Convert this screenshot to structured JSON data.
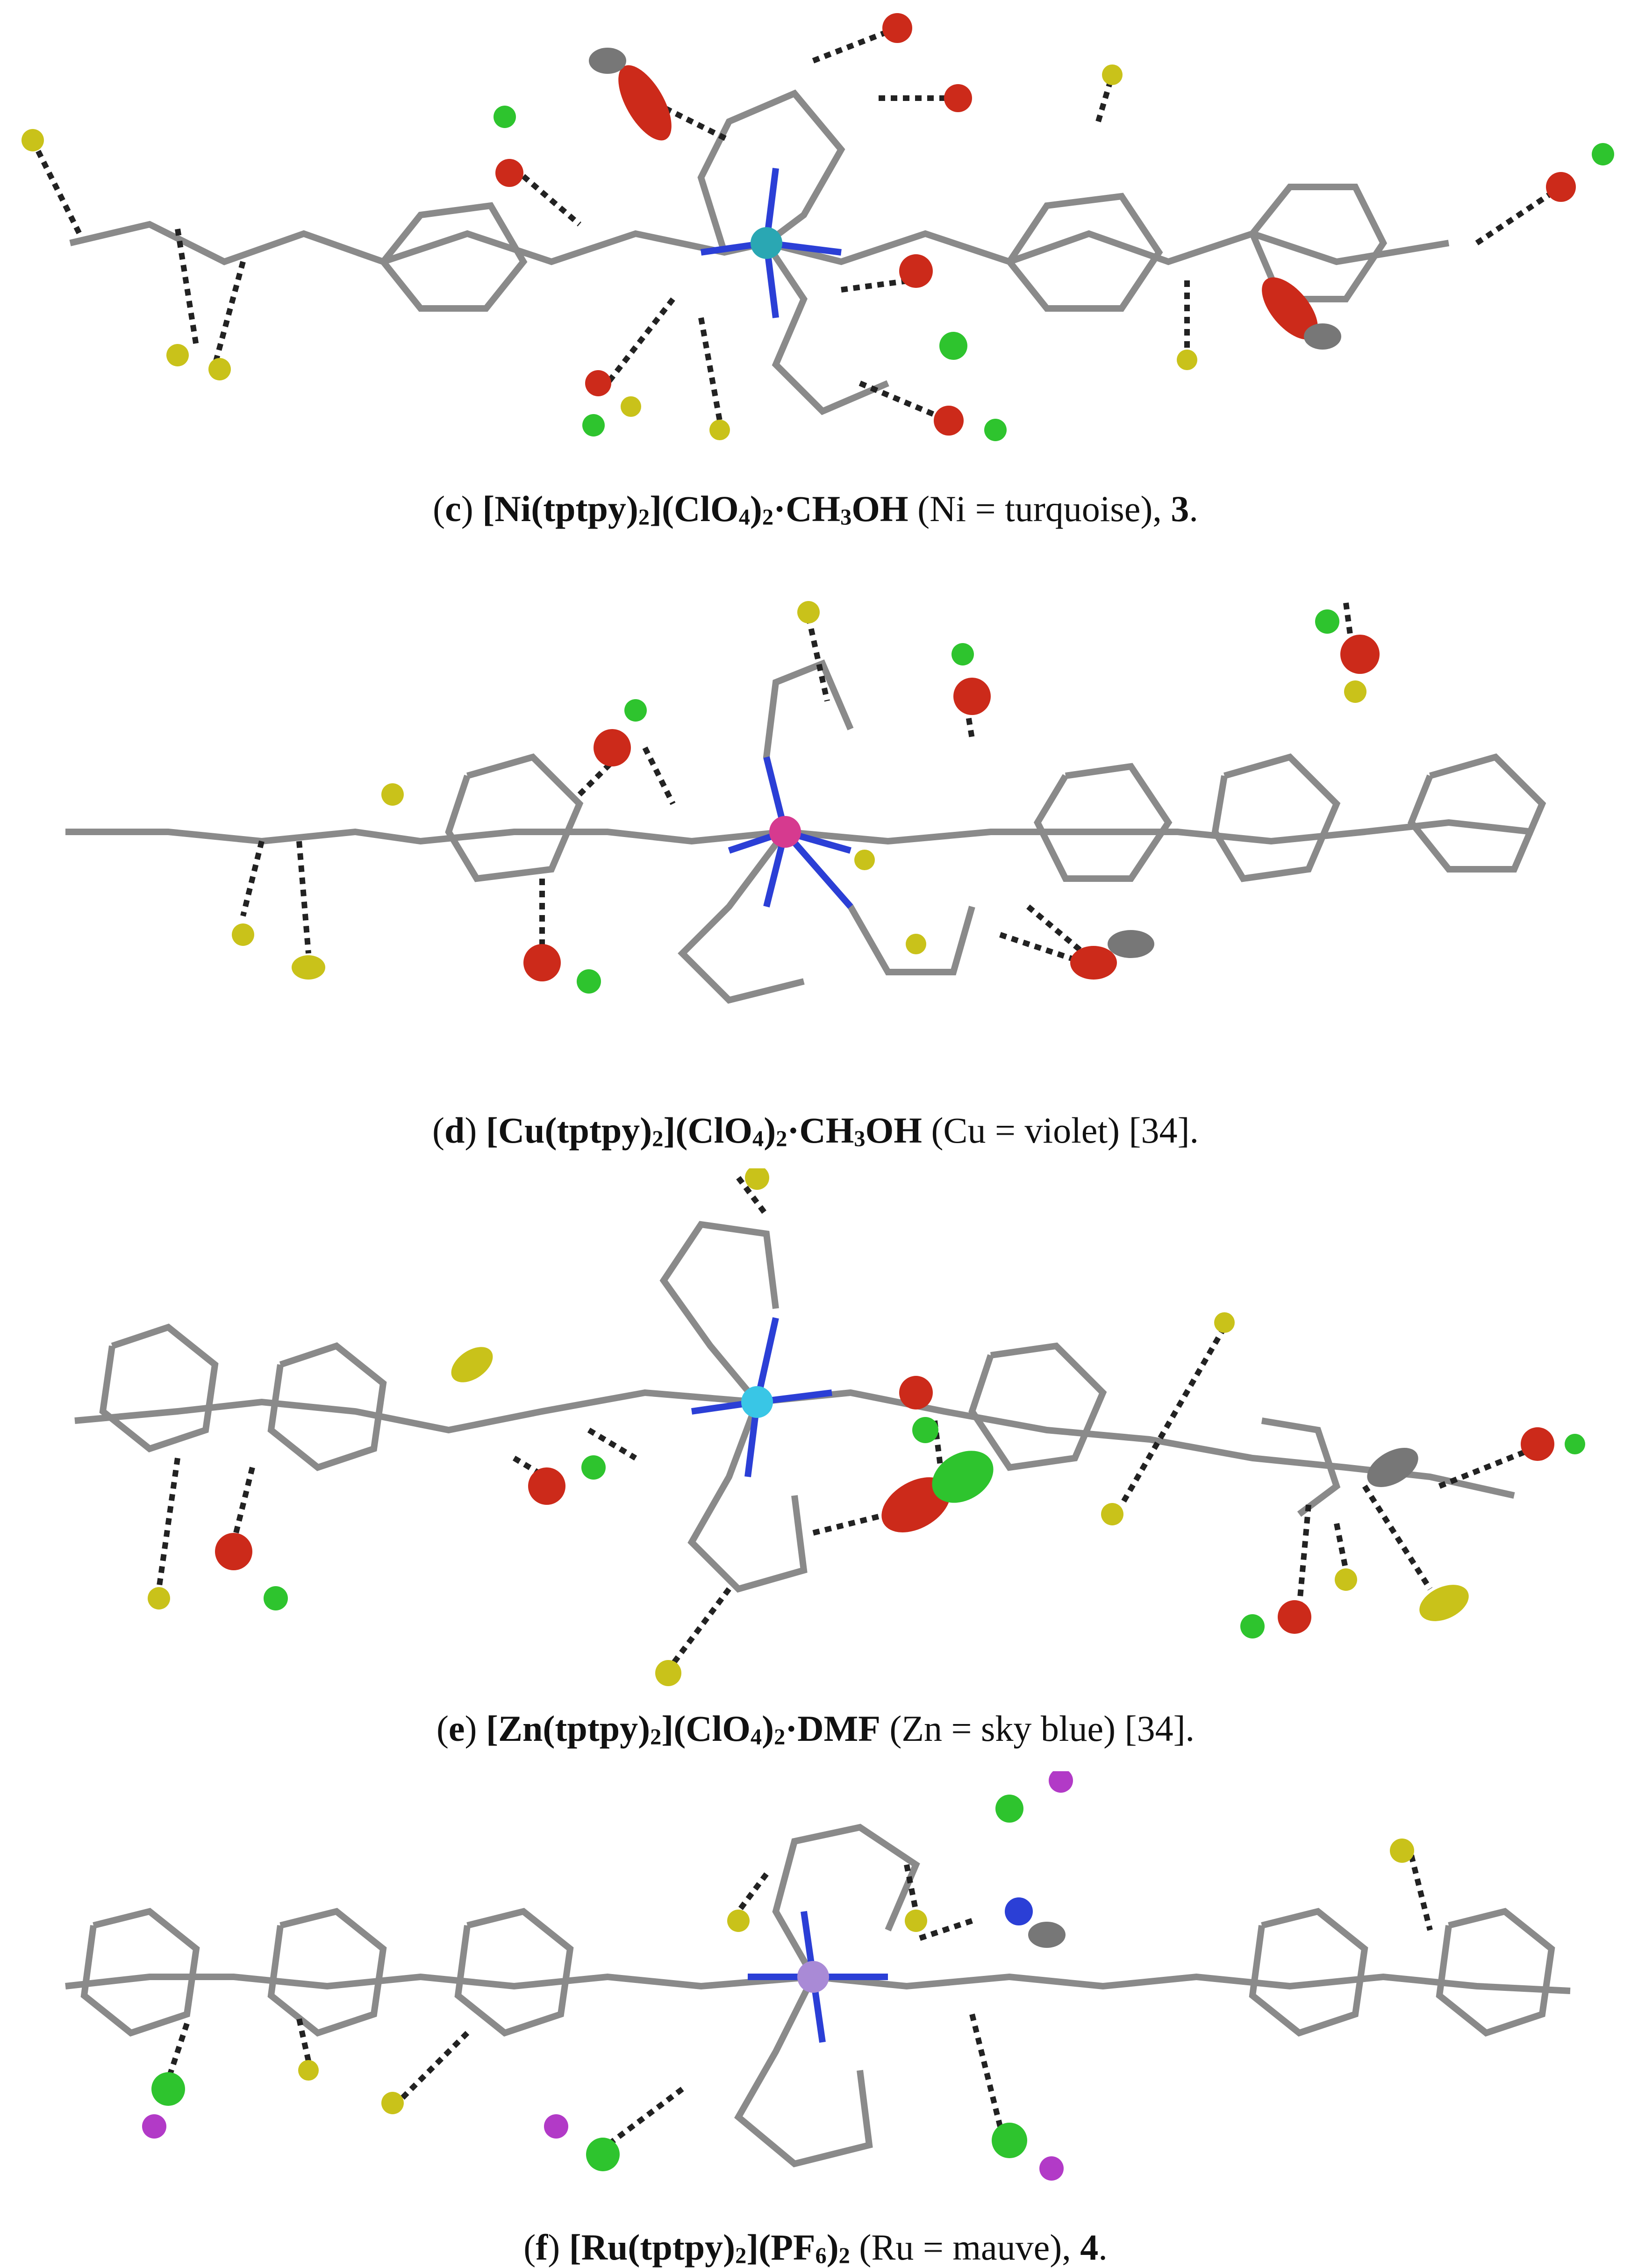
{
  "figure": {
    "panels": [
      {
        "id": "c",
        "caption_letter": "c",
        "formula_bold": {
          "a": "[Ni(tptpy)",
          "s1": "2",
          "b": "](ClO",
          "s2": "4",
          "c": ")",
          "s3": "2",
          "d": "·CH",
          "s4": "3",
          "e": "OH"
        },
        "note": " (Ni = turquoise), ",
        "ref": "",
        "label_number": "3",
        "end": ".",
        "metal_color": "#2aa7b3"
      },
      {
        "id": "d",
        "caption_letter": "d",
        "formula_bold": {
          "a": "[Cu(tptpy)",
          "s1": "2",
          "b": "](ClO",
          "s2": "4",
          "c": ")",
          "s3": "2",
          "d": "·CH",
          "s4": "3",
          "e": "OH"
        },
        "note": " (Cu = violet) [34].",
        "ref": "",
        "label_number": "",
        "end": "",
        "metal_color": "#d63a8f"
      },
      {
        "id": "e",
        "caption_letter": "e",
        "formula_bold": {
          "a": "[Zn(tptpy)",
          "s1": "2",
          "b": "](ClO",
          "s2": "4",
          "c": ")",
          "s3": "2",
          "d": "·DMF",
          "s4": "",
          "e": ""
        },
        "note": " (Zn = sky blue) [34].",
        "ref": "",
        "label_number": "",
        "end": "",
        "metal_color": "#39c6e6"
      },
      {
        "id": "f",
        "caption_letter": "f",
        "formula_bold": {
          "a": "[Ru(tptpy)",
          "s1": "2",
          "b": "](PF",
          "s2": "6",
          "c": ")",
          "s3": "2",
          "d": "",
          "s4": "",
          "e": ""
        },
        "note": " (Ru = mauve), ",
        "ref": "",
        "label_number": "4",
        "end": ".",
        "metal_color": "#a98ad6"
      }
    ],
    "atom_colors": {
      "carbon": "#6f6f6f",
      "nitrogen": "#2b3fd6",
      "hydrogen": "#ffffff",
      "oxygen": "#cc2a1a",
      "chlorine": "#2ec42e",
      "sulfur_yellow": "#c9c21a",
      "phosphorus_magenta": "#b23ac7"
    }
  }
}
